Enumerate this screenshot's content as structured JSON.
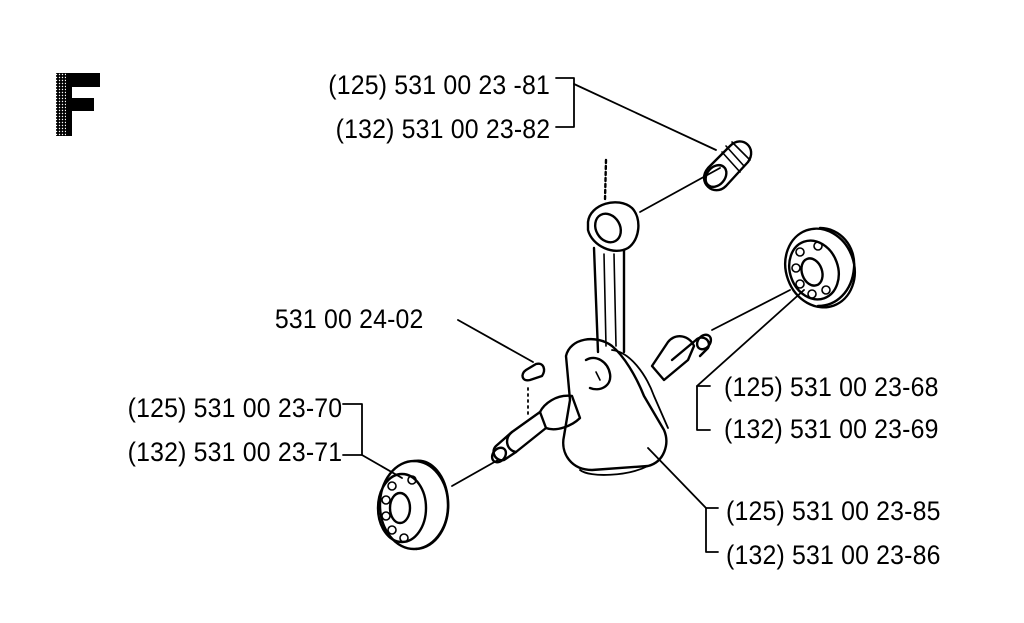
{
  "section_letter": "F",
  "callouts": {
    "piston_pin_bearing": {
      "line1": "(125) 531 00 23 -81",
      "line2": "(132) 531 00 23-82"
    },
    "key": {
      "line1": "531 00 24-02"
    },
    "left_ball_bearing": {
      "line1": "(125) 531 00 23-70",
      "line2": "(132) 531 00 23-71"
    },
    "right_ball_bearing": {
      "line1": "(125) 531 00 23-68",
      "line2": "(132) 531 00 23-69"
    },
    "crankshaft": {
      "line1": "(125) 531 00 23-85",
      "line2": "(132) 531 00 23-86"
    }
  },
  "colors": {
    "ink": "#000000",
    "paper": "#ffffff"
  }
}
